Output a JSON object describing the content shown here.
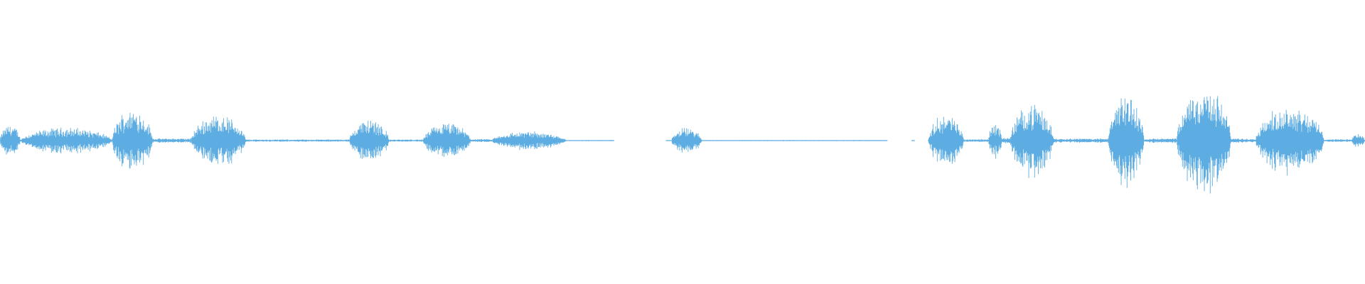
{
  "waveform": {
    "color": "#5dade2",
    "background": "#ffffff",
    "segments": [
      {
        "start": 0.0,
        "end": 0.015,
        "amp": 0.11
      },
      {
        "start": 0.015,
        "end": 0.082,
        "amp": 0.09
      },
      {
        "start": 0.082,
        "end": 0.112,
        "amp": 0.22
      },
      {
        "start": 0.112,
        "end": 0.14,
        "amp": 0.015
      },
      {
        "start": 0.14,
        "end": 0.18,
        "amp": 0.18
      },
      {
        "start": 0.18,
        "end": 0.256,
        "amp": 0.008
      },
      {
        "start": 0.256,
        "end": 0.285,
        "amp": 0.15
      },
      {
        "start": 0.285,
        "end": 0.31,
        "amp": 0.008
      },
      {
        "start": 0.31,
        "end": 0.345,
        "amp": 0.12
      },
      {
        "start": 0.345,
        "end": 0.36,
        "amp": 0.01
      },
      {
        "start": 0.36,
        "end": 0.415,
        "amp": 0.065
      },
      {
        "start": 0.415,
        "end": 0.45,
        "amp": 0.004
      },
      {
        "start": 0.488,
        "end": 0.492,
        "amp": 0.004
      },
      {
        "start": 0.492,
        "end": 0.514,
        "amp": 0.09
      },
      {
        "start": 0.514,
        "end": 0.65,
        "amp": 0.004
      },
      {
        "start": 0.668,
        "end": 0.67,
        "amp": 0.003
      },
      {
        "start": 0.68,
        "end": 0.706,
        "amp": 0.18
      },
      {
        "start": 0.706,
        "end": 0.724,
        "amp": 0.01
      },
      {
        "start": 0.724,
        "end": 0.734,
        "amp": 0.12
      },
      {
        "start": 0.734,
        "end": 0.74,
        "amp": 0.02
      },
      {
        "start": 0.74,
        "end": 0.772,
        "amp": 0.25
      },
      {
        "start": 0.772,
        "end": 0.812,
        "amp": 0.015
      },
      {
        "start": 0.812,
        "end": 0.838,
        "amp": 0.32
      },
      {
        "start": 0.838,
        "end": 0.862,
        "amp": 0.015
      },
      {
        "start": 0.862,
        "end": 0.902,
        "amp": 0.37
      },
      {
        "start": 0.902,
        "end": 0.92,
        "amp": 0.015
      },
      {
        "start": 0.92,
        "end": 0.97,
        "amp": 0.24
      },
      {
        "start": 0.97,
        "end": 0.99,
        "amp": 0.01
      },
      {
        "start": 0.99,
        "end": 1.0,
        "amp": 0.05
      }
    ]
  }
}
